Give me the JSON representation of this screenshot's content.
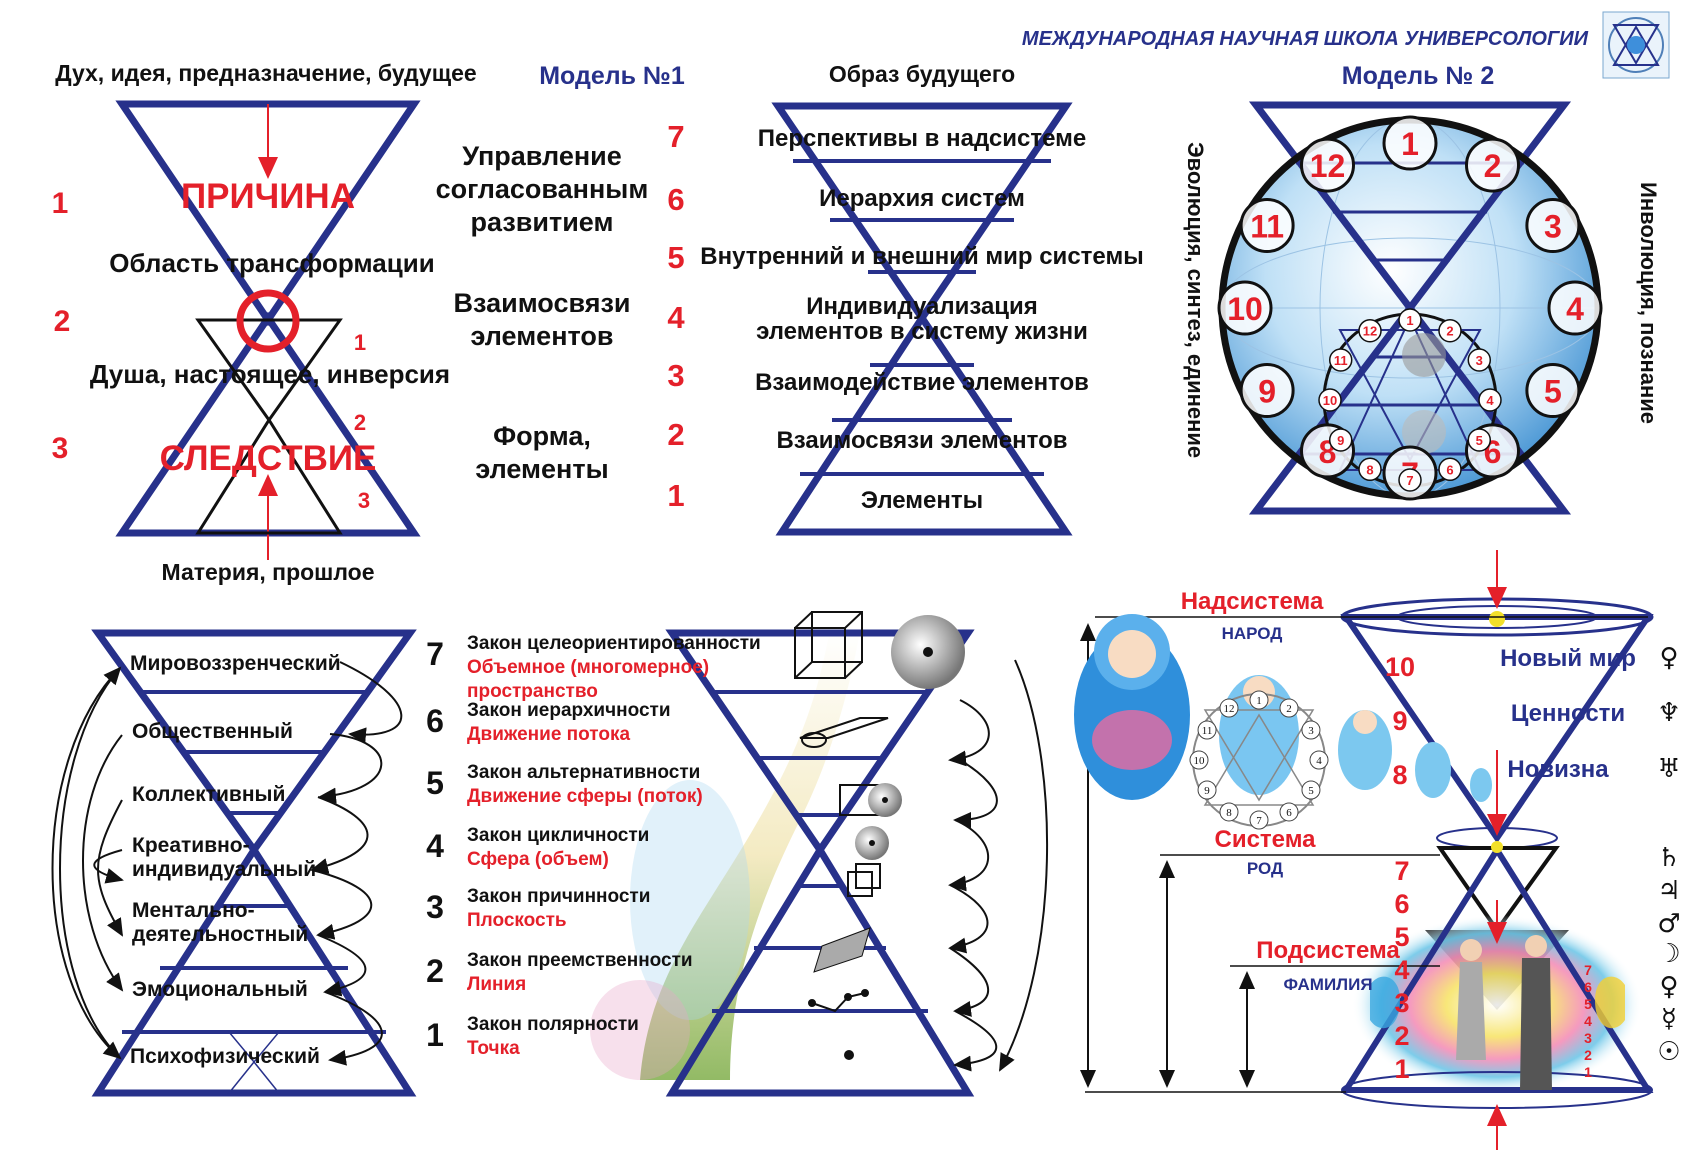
{
  "header": {
    "school": "МЕЖДУНАРОДНАЯ НАУЧНАЯ ШКОЛА УНИВЕРСОЛОГИИ",
    "logo_icon": "school-emblem-icon"
  },
  "model1": {
    "title": "Модель №1",
    "top_label": "Дух, идея, предназначение, будущее",
    "cause": "ПРИЧИНА",
    "transform": "Область трансформации",
    "soul": "Душа, настоящее, инверсия",
    "effect": "СЛЕДСТВИЕ",
    "bottom_label": "Материя, прошлое",
    "left_numbers": [
      "1",
      "2",
      "3"
    ],
    "inner_numbers": [
      "1",
      "2",
      "3"
    ],
    "groups": [
      {
        "lines": [
          "Управление",
          "согласованным",
          "развитием"
        ]
      },
      {
        "lines": [
          "Взаимосвязи",
          "элементов"
        ]
      },
      {
        "lines": [
          "Форма,",
          "элементы"
        ]
      }
    ],
    "levels": [
      "7",
      "6",
      "5",
      "4",
      "3",
      "2",
      "1"
    ],
    "future_title": "Образ будущего",
    "level_labels": [
      "Перспективы  в надсистеме",
      "Иерархия систем",
      "Внутренний и внешний мир системы",
      "Индивидуализация",
      "элементов в систему жизни",
      "Взаимодействие элементов",
      "Взаимосвязи элементов",
      "Элементы"
    ]
  },
  "model2": {
    "title": "Модель № 2",
    "left_vertical": "Эволюция, синтез, единение",
    "right_vertical": "Инволюция, познание",
    "outer_ring": [
      "1",
      "2",
      "3",
      "4",
      "5",
      "6",
      "7",
      "8",
      "9",
      "10",
      "11",
      "12"
    ],
    "inner_ring": [
      "1",
      "2",
      "3",
      "4",
      "5",
      "6",
      "7",
      "8",
      "9",
      "10",
      "11",
      "12"
    ]
  },
  "levels_diagram": {
    "labels": [
      "Мировоззренческий",
      "Общественный",
      "Коллективный",
      "Креативно-",
      "индивидуальный",
      "Ментально-",
      "деятельностный",
      "Эмоциональный",
      "Психофизический"
    ]
  },
  "laws": {
    "items": [
      {
        "n": "7",
        "law": "Закон целеориентированности",
        "form": "Объемное (многомерное)",
        "form2": "пространство"
      },
      {
        "n": "6",
        "law": "Закон иерархичности",
        "form": "Движение потока",
        "form2": ""
      },
      {
        "n": "5",
        "law": "Закон альтернативности",
        "form": "Движение сферы (поток)",
        "form2": ""
      },
      {
        "n": "4",
        "law": "Закон цикличности",
        "form": "Сфера (объем)",
        "form2": ""
      },
      {
        "n": "3",
        "law": "Закон причинности",
        "form": "Плоскость",
        "form2": ""
      },
      {
        "n": "2",
        "law": "Закон преемственности",
        "form": "Линия",
        "form2": ""
      },
      {
        "n": "1",
        "law": "Закон полярности",
        "form": "Точка",
        "form2": ""
      }
    ]
  },
  "systems": {
    "supersystem": "Надсистема",
    "people": "НАРОД",
    "system": "Система",
    "clan": "РОД",
    "subsystem": "Подсистема",
    "family": "ФАМИЛИЯ",
    "new_world": "Новый мир",
    "values": "Ценности",
    "novelty": "Новизна",
    "red_numbers": [
      "10",
      "9",
      "8"
    ],
    "lower_numbers": [
      "7",
      "6",
      "5",
      "4",
      "3",
      "2",
      "1"
    ],
    "small_numbers": [
      "7",
      "6",
      "5",
      "4",
      "3",
      "2",
      "1"
    ],
    "planet_symbols": [
      "♀",
      "♆",
      "♅",
      "♄",
      "♃",
      "♂",
      "☽",
      "♀",
      "☿",
      "☉"
    ],
    "doll_ring": [
      "1",
      "2",
      "3",
      "4",
      "5",
      "6",
      "7",
      "8",
      "9",
      "10",
      "11",
      "12"
    ]
  },
  "colors": {
    "navy": "#27318b",
    "red": "#e4202a"
  }
}
